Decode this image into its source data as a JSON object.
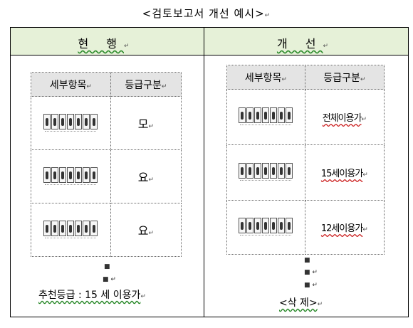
{
  "page_title": "<검토보고서 개선 예시>",
  "columns": {
    "current": "현 행",
    "improved": "개 선"
  },
  "table_headers": {
    "item": "세부항목",
    "grade": "등급구분"
  },
  "current_rows": [
    {
      "grade": "모"
    },
    {
      "grade": "요"
    },
    {
      "grade": "요"
    }
  ],
  "improved_rows": [
    {
      "grade": "전체이용가"
    },
    {
      "grade": "15세이용가"
    },
    {
      "grade": "12세이용가"
    }
  ],
  "footer": {
    "current_note": "추천등급 : 15 세 이용가",
    "improved_note": "<삭 제>"
  },
  "icons": [
    "rating-pictogram-strip"
  ]
}
